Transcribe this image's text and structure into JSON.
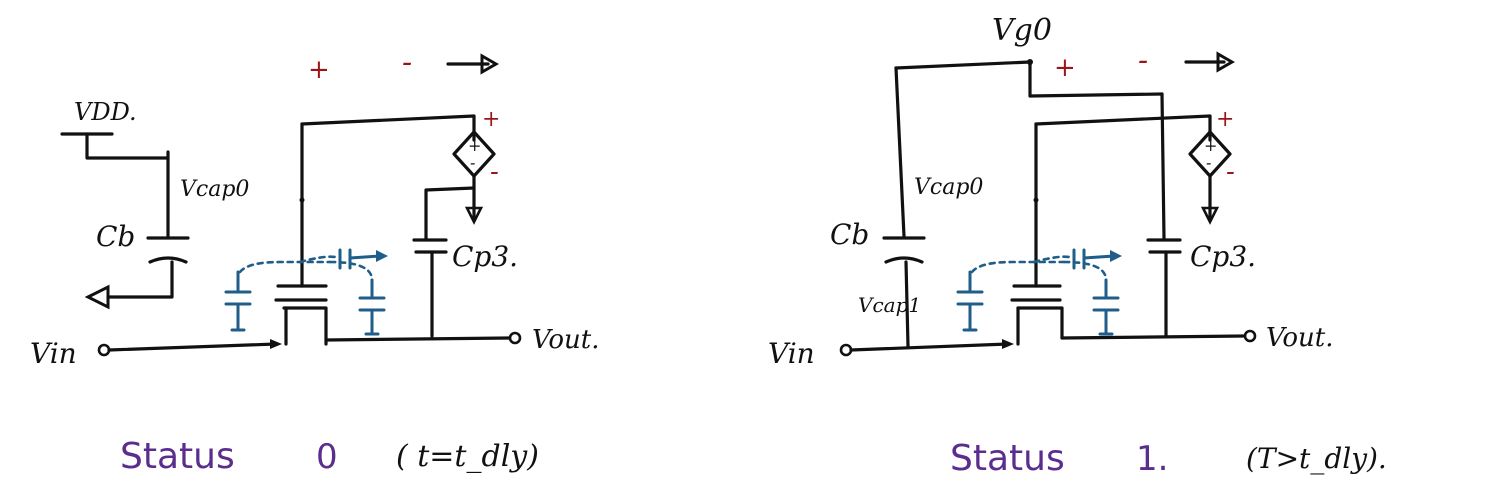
{
  "colors": {
    "ink": "#111111",
    "parasitic_blue": "#1f5d8a",
    "polarity_red": "#9b1515",
    "caption_purple": "#5b2d8e"
  },
  "status0": {
    "vdd_label": "VDD.",
    "vcap0_label": "Vcap0",
    "cb_label": "Cb",
    "cp3_label": "Cp3.",
    "vin_label": "Vin",
    "vout_label": "Vout.",
    "plus_top": "+",
    "minus_top": "-",
    "plus_src": "+",
    "minus_src": "-",
    "src_plus": "+",
    "src_minus": "-",
    "caption_status": "Status",
    "caption_num": "0",
    "caption_cond": "( t=t_dly)"
  },
  "status1": {
    "vg0_label": "Vg0",
    "vcap0_label": "Vcap0",
    "vcap1_label": "Vcap1",
    "cb_label": "Cb",
    "cp3_label": "Cp3.",
    "vin_label": "Vin",
    "vout_label": "Vout.",
    "plus_top": "+",
    "minus_top": "-",
    "plus_src": "+",
    "minus_src": "-",
    "src_plus": "+",
    "src_minus": "-",
    "caption_status": "Status",
    "caption_num": "1.",
    "caption_cond": "(T>t_dly)."
  }
}
